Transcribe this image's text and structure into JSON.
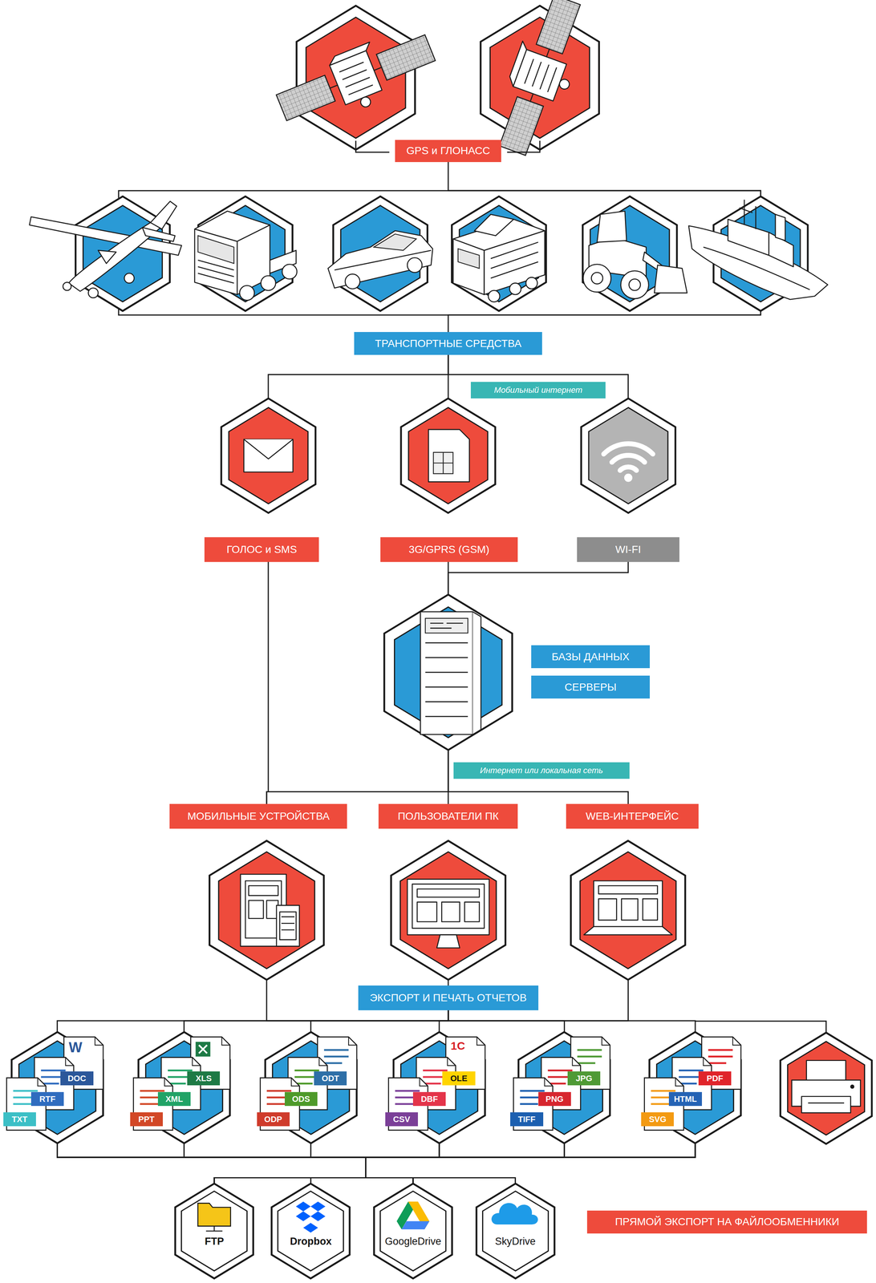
{
  "diagram": {
    "nodes": [
      {
        "text": [
          "GPS и ГЛОНАСС"
        ]
      },
      {
        "text": [
          "ТРАНСПОРТНЫЕ СРЕДСТВА"
        ]
      },
      {
        "text": [
          "ГОЛОС и SMS"
        ]
      },
      {
        "text": [
          "3G/GPRS (GSM)"
        ]
      },
      {
        "text": [
          "WI-FI"
        ]
      },
      {
        "text": [
          "БАЗЫ ДАННЫХ",
          "СЕРВЕРЫ"
        ]
      },
      {
        "text": [
          "МОБИЛЬНЫЕ УСТРОЙСТВА"
        ]
      },
      {
        "text": [
          "ПОЛЬЗОВАТЕЛИ ПК"
        ]
      },
      {
        "text": [
          "WEB-ИНТЕРФЕЙС"
        ]
      },
      {
        "text": [
          "ЭКСПОРТ И ПЕЧАТЬ ОТЧЕТОВ"
        ]
      },
      {
        "text": [
          "W",
          "DOC",
          "RTF",
          "TXT"
        ]
      },
      {
        "text": [
          "XLS",
          "XML",
          "PPT"
        ]
      },
      {
        "text": [
          "ODT",
          "ODS",
          "ODP"
        ]
      },
      {
        "text": [
          "1С",
          "OLE",
          "DBF",
          "CSV"
        ]
      },
      {
        "text": [
          "JPG",
          "PNG",
          "TIFF"
        ]
      },
      {
        "text": [
          "PDF",
          "HTML",
          "SVG"
        ]
      },
      {
        "text": [
          "FTP"
        ]
      },
      {
        "text": [
          "Dropbox"
        ]
      },
      {
        "text": [
          "GoogleDrive"
        ]
      },
      {
        "text": [
          "SkyDrive"
        ]
      },
      {
        "text": [
          "ПРЯМОЙ ЭКСПОРТ НА ФАЙЛООБМЕННИКИ"
        ]
      }
    ],
    "edges": [
      {
        "from": 0,
        "to": 1,
        "arrow": "none"
      },
      {
        "from": 1,
        "to": 2,
        "arrow": "none"
      },
      {
        "from": 1,
        "to": 3,
        "arrow": "none"
      },
      {
        "from": 1,
        "to": 4,
        "arrow": "none"
      },
      {
        "from": 3,
        "to": 5,
        "arrow": "none"
      },
      {
        "from": 4,
        "to": 5,
        "arrow": "none"
      },
      {
        "from": 2,
        "to": 6,
        "arrow": "none"
      },
      {
        "from": 5,
        "to": 6,
        "arrow": "none"
      },
      {
        "from": 5,
        "to": 7,
        "arrow": "none"
      },
      {
        "from": 5,
        "to": 8,
        "arrow": "none"
      },
      {
        "from": 6,
        "to": 9,
        "arrow": "none"
      },
      {
        "from": 7,
        "to": 9,
        "arrow": "none"
      },
      {
        "from": 8,
        "to": 9,
        "arrow": "none"
      },
      {
        "from": 9,
        "to": 10,
        "arrow": "none"
      },
      {
        "from": 9,
        "to": 11,
        "arrow": "none"
      },
      {
        "from": 9,
        "to": 12,
        "arrow": "none"
      },
      {
        "from": 9,
        "to": 13,
        "arrow": "none"
      },
      {
        "from": 9,
        "to": 14,
        "arrow": "none"
      },
      {
        "from": 9,
        "to": 15,
        "arrow": "none"
      },
      {
        "from": 10,
        "to": 16,
        "arrow": "none"
      },
      {
        "from": 10,
        "to": 17,
        "arrow": "none"
      },
      {
        "from": 10,
        "to": 18,
        "arrow": "none"
      },
      {
        "from": 10,
        "to": 19,
        "arrow": "none"
      },
      {
        "from": 11,
        "to": 16,
        "arrow": "none"
      },
      {
        "from": 11,
        "to": 17,
        "arrow": "none"
      },
      {
        "from": 11,
        "to": 18,
        "arrow": "none"
      },
      {
        "from": 11,
        "to": 19,
        "arrow": "none"
      },
      {
        "from": 12,
        "to": 16,
        "arrow": "none"
      },
      {
        "from": 12,
        "to": 17,
        "arrow": "none"
      },
      {
        "from": 12,
        "to": 18,
        "arrow": "none"
      },
      {
        "from": 12,
        "to": 19,
        "arrow": "none"
      },
      {
        "from": 13,
        "to": 16,
        "arrow": "none"
      },
      {
        "from": 13,
        "to": 17,
        "arrow": "none"
      },
      {
        "from": 13,
        "to": 18,
        "arrow": "none"
      },
      {
        "from": 13,
        "to": 19,
        "arrow": "none"
      },
      {
        "from": 14,
        "to": 16,
        "arrow": "none"
      },
      {
        "from": 14,
        "to": 17,
        "arrow": "none"
      },
      {
        "from": 14,
        "to": 18,
        "arrow": "none"
      },
      {
        "from": 14,
        "to": 19,
        "arrow": "none"
      },
      {
        "from": 15,
        "to": 16,
        "arrow": "none"
      },
      {
        "from": 15,
        "to": 17,
        "arrow": "none"
      },
      {
        "from": 15,
        "to": 18,
        "arrow": "none"
      },
      {
        "from": 15,
        "to": 19,
        "arrow": "none"
      }
    ],
    "labels": [
      "Мобильный интернет",
      "Интернет или локальная сеть"
    ]
  }
}
